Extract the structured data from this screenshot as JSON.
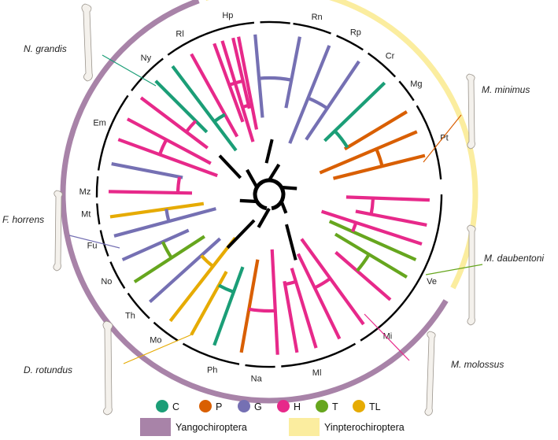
{
  "colors": {
    "C": "#1b9e77",
    "P": "#d95f02",
    "G": "#7570b3",
    "H": "#e7298a",
    "T": "#66a61e",
    "TL": "#e6ab02",
    "yango": "#a883a8",
    "yinp": "#fbed9f",
    "tree": "#000000"
  },
  "families": [
    {
      "label": "Hp",
      "angle": -13,
      "c": "H"
    },
    {
      "label": "Rn",
      "angle": 15,
      "c": "G"
    },
    {
      "label": "Rp",
      "angle": 28,
      "c": "G"
    },
    {
      "label": "Cr",
      "angle": 41,
      "c": "C"
    },
    {
      "label": "Mg",
      "angle": 53,
      "c": "C"
    },
    {
      "label": "Pt",
      "angle": 72,
      "c": "P"
    },
    {
      "label": "Ve",
      "angle": 118,
      "c": "T"
    },
    {
      "label": "Mi",
      "angle": 140,
      "c": "H"
    },
    {
      "label": "Ml",
      "angle": 165,
      "c": "H"
    },
    {
      "label": "Na",
      "angle": 184,
      "c": "H"
    },
    {
      "label": "Ph",
      "angle": 198,
      "c": "P"
    },
    {
      "label": "Mo",
      "angle": 218,
      "c": "TL"
    },
    {
      "label": "Th",
      "angle": 229,
      "c": "G"
    },
    {
      "label": "No",
      "angle": 242,
      "c": "T"
    },
    {
      "label": "Fu",
      "angle": 254,
      "c": "G"
    },
    {
      "label": "Mt",
      "angle": 264,
      "c": "TL"
    },
    {
      "label": "Mz",
      "angle": 271,
      "c": "H"
    },
    {
      "label": "Em",
      "angle": 293,
      "c": "H"
    },
    {
      "label": "Ny",
      "angle": 318,
      "c": "C"
    },
    {
      "label": "Rl",
      "angle": 331,
      "c": "H"
    }
  ],
  "species": [
    {
      "name": "N. grandis"
    },
    {
      "name": "M. minimus"
    },
    {
      "name": "F. horrens"
    },
    {
      "name": "M. daubentoni"
    },
    {
      "name": "M. molossus"
    },
    {
      "name": "D. rotundus"
    }
  ],
  "legend": {
    "categories": [
      {
        "key": "C",
        "label": "C"
      },
      {
        "key": "P",
        "label": "P"
      },
      {
        "key": "G",
        "label": "G"
      },
      {
        "key": "H",
        "label": "H"
      },
      {
        "key": "T",
        "label": "T"
      },
      {
        "key": "TL",
        "label": "TL"
      }
    ],
    "suborders": [
      {
        "key": "yango",
        "label": "Yangochiroptera"
      },
      {
        "key": "yinp",
        "label": "Yinpterochiroptera"
      }
    ]
  },
  "tips": [
    {
      "a": -17,
      "c": "H"
    },
    {
      "a": -11,
      "c": "H"
    },
    {
      "a": -5,
      "c": "G"
    },
    {
      "a": 11,
      "c": "G"
    },
    {
      "a": 22,
      "c": "G"
    },
    {
      "a": 34,
      "c": "G"
    },
    {
      "a": 46,
      "c": "C"
    },
    {
      "a": 59,
      "c": "P"
    },
    {
      "a": 67,
      "c": "P"
    },
    {
      "a": 76,
      "c": "P"
    },
    {
      "a": 92,
      "c": "H"
    },
    {
      "a": 101,
      "c": "H"
    },
    {
      "a": 108,
      "c": "H"
    },
    {
      "a": 114,
      "c": "T"
    },
    {
      "a": 121,
      "c": "T"
    },
    {
      "a": 131,
      "c": "H"
    },
    {
      "a": 144,
      "c": "H"
    },
    {
      "a": 154,
      "c": "H"
    },
    {
      "a": 163,
      "c": "H"
    },
    {
      "a": 170,
      "c": "H"
    },
    {
      "a": 177,
      "c": "H"
    },
    {
      "a": 190,
      "c": "P"
    },
    {
      "a": 200,
      "c": "C"
    },
    {
      "a": 209,
      "c": "TL"
    },
    {
      "a": 218,
      "c": "TL"
    },
    {
      "a": 228,
      "c": "G"
    },
    {
      "a": 237,
      "c": "T"
    },
    {
      "a": 246,
      "c": "G"
    },
    {
      "a": 255,
      "c": "G"
    },
    {
      "a": 262,
      "c": "TL"
    },
    {
      "a": 271,
      "c": "H"
    },
    {
      "a": 281,
      "c": "G"
    },
    {
      "a": 290,
      "c": "H"
    },
    {
      "a": 298,
      "c": "H"
    },
    {
      "a": 307,
      "c": "H"
    },
    {
      "a": 315,
      "c": "C"
    },
    {
      "a": 323,
      "c": "C"
    },
    {
      "a": 331,
      "c": "H"
    },
    {
      "a": 340,
      "c": "H"
    },
    {
      "a": 347,
      "c": "H"
    }
  ]
}
